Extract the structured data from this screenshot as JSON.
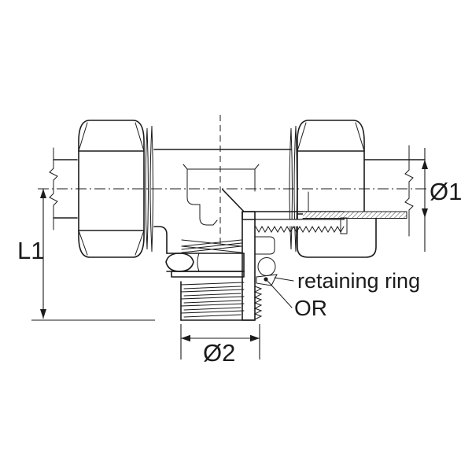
{
  "drawing": {
    "kind": "technical-line-drawing",
    "subject": "adjustable swivel tee compression fitting, partial cross-section",
    "background_color": "#ffffff",
    "line_color": "#1b1b1b",
    "labels": {
      "l1": "L1",
      "diameter1": "Ø1",
      "diameter2": "Ø2",
      "retaining_ring": "retaining ring",
      "o_ring": "OR"
    }
  }
}
